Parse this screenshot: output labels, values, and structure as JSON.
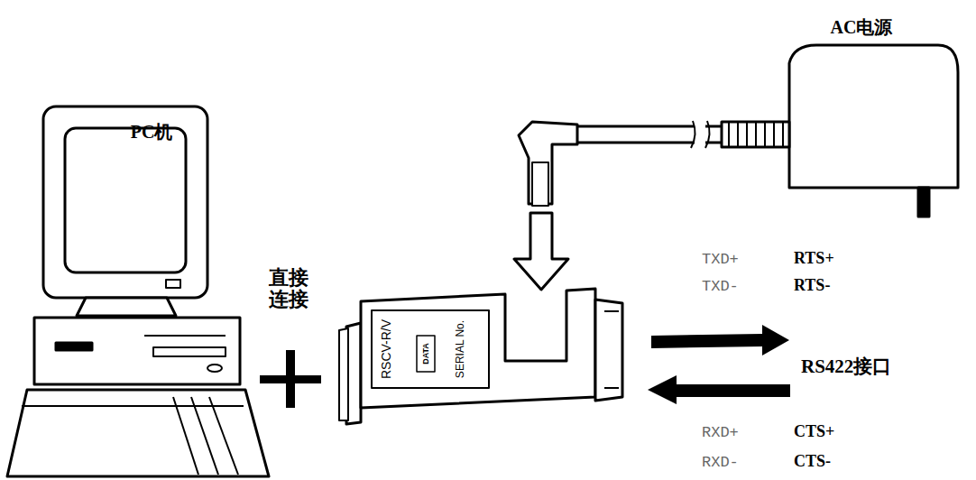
{
  "diagram": {
    "nodes": [
      {
        "text": [
          "PC机"
        ]
      },
      {
        "text": [
          "RSCV-R/V",
          "DATA",
          "SERIAL No."
        ]
      },
      {
        "text": [
          "AC电源"
        ]
      }
    ],
    "edges": [
      {
        "from": 2,
        "to": 1,
        "arrow": "to"
      }
    ],
    "labels": [
      "直接 连接",
      "TXD+",
      "RTS+",
      "TXD-",
      "RTS-",
      "RS422接口",
      "RXD+",
      "CTS+",
      "RXD-",
      "CTS-"
    ]
  }
}
